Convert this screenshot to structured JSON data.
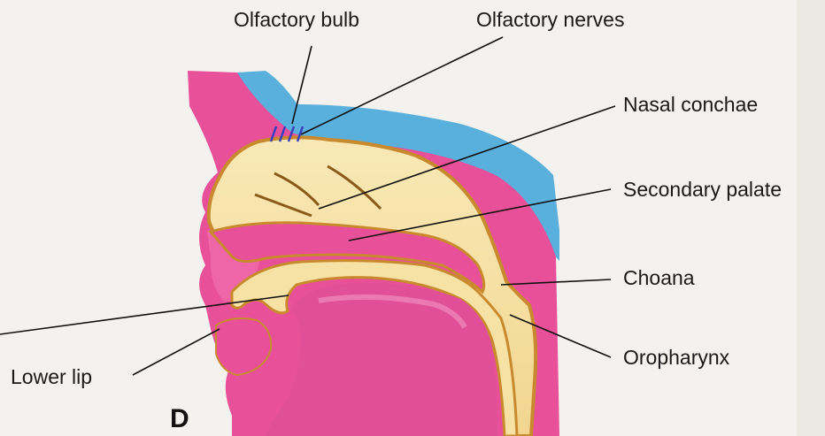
{
  "figure": {
    "panel_letter": "D",
    "labels": {
      "olfactory_bulb": "Olfactory bulb",
      "olfactory_nerves": "Olfactory nerves",
      "nasal_conchae": "Nasal conchae",
      "secondary_palate": "Secondary palate",
      "choana": "Choana",
      "oropharynx": "Oropharynx",
      "lower_lip": "Lower lip"
    }
  },
  "colors": {
    "tissue_pink": "#e8509a",
    "tissue_dark": "#d23c86",
    "brain_blue": "#5ab0dc",
    "cavity_yellow": "#f6e2a4",
    "cavity_edge": "#c98a2e",
    "mouth_pink": "#e04f98",
    "nerve_blue": "#3a3fbf",
    "background": "#f4f2ee"
  }
}
